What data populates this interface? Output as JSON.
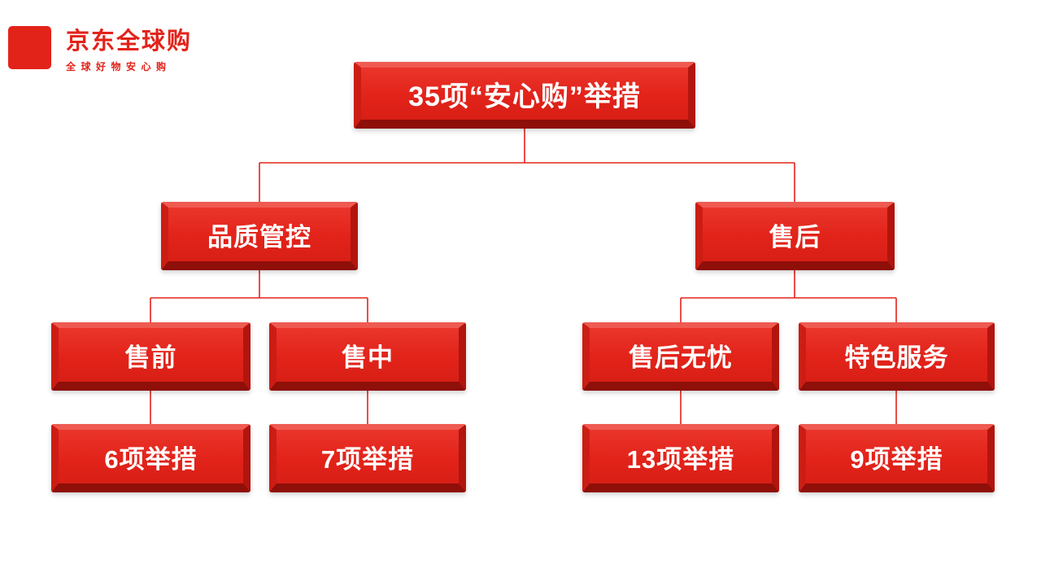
{
  "logo": {
    "brand": "京东全球购",
    "tagline": "全球好物安心购"
  },
  "colors": {
    "brand_red": "#e2231a",
    "node_face": "#e2231a",
    "node_text": "#ffffff",
    "connector": "#e2231a",
    "background": "#ffffff"
  },
  "tree": {
    "label": "35项“安心购”举措",
    "children": [
      {
        "label": "品质管控",
        "children": [
          {
            "label": "售前",
            "children": [
              {
                "label": "6项举措"
              }
            ]
          },
          {
            "label": "售中",
            "children": [
              {
                "label": "7项举措"
              }
            ]
          }
        ]
      },
      {
        "label": "售后",
        "children": [
          {
            "label": "售后无忧",
            "children": [
              {
                "label": "13项举措"
              }
            ]
          },
          {
            "label": "特色服务",
            "children": [
              {
                "label": "9项举措"
              }
            ]
          }
        ]
      }
    ]
  }
}
